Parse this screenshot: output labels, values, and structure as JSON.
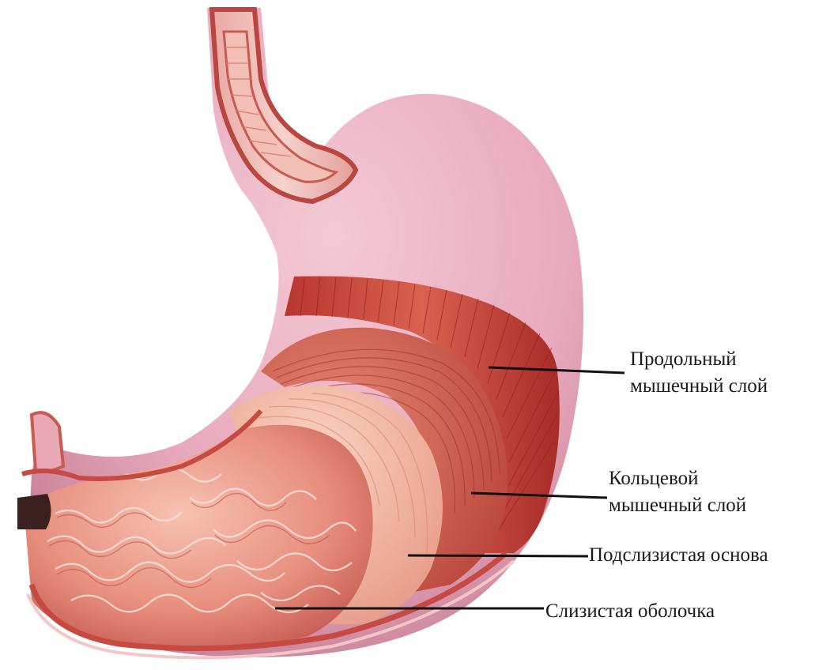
{
  "labels": {
    "longitudinal": [
      "Продольный",
      "мышечный слой"
    ],
    "circular": [
      "Кольцевой",
      "мышечный слой"
    ],
    "submucosa": "Подслизистая основа",
    "mucosa": "Слизистая оболочка"
  },
  "colors": {
    "serosa": "#e6a8bd",
    "muscle": "#c4463f",
    "submucosa": "#f0b4a0",
    "mucosa": "#e98c7e",
    "leader": "#111111"
  }
}
